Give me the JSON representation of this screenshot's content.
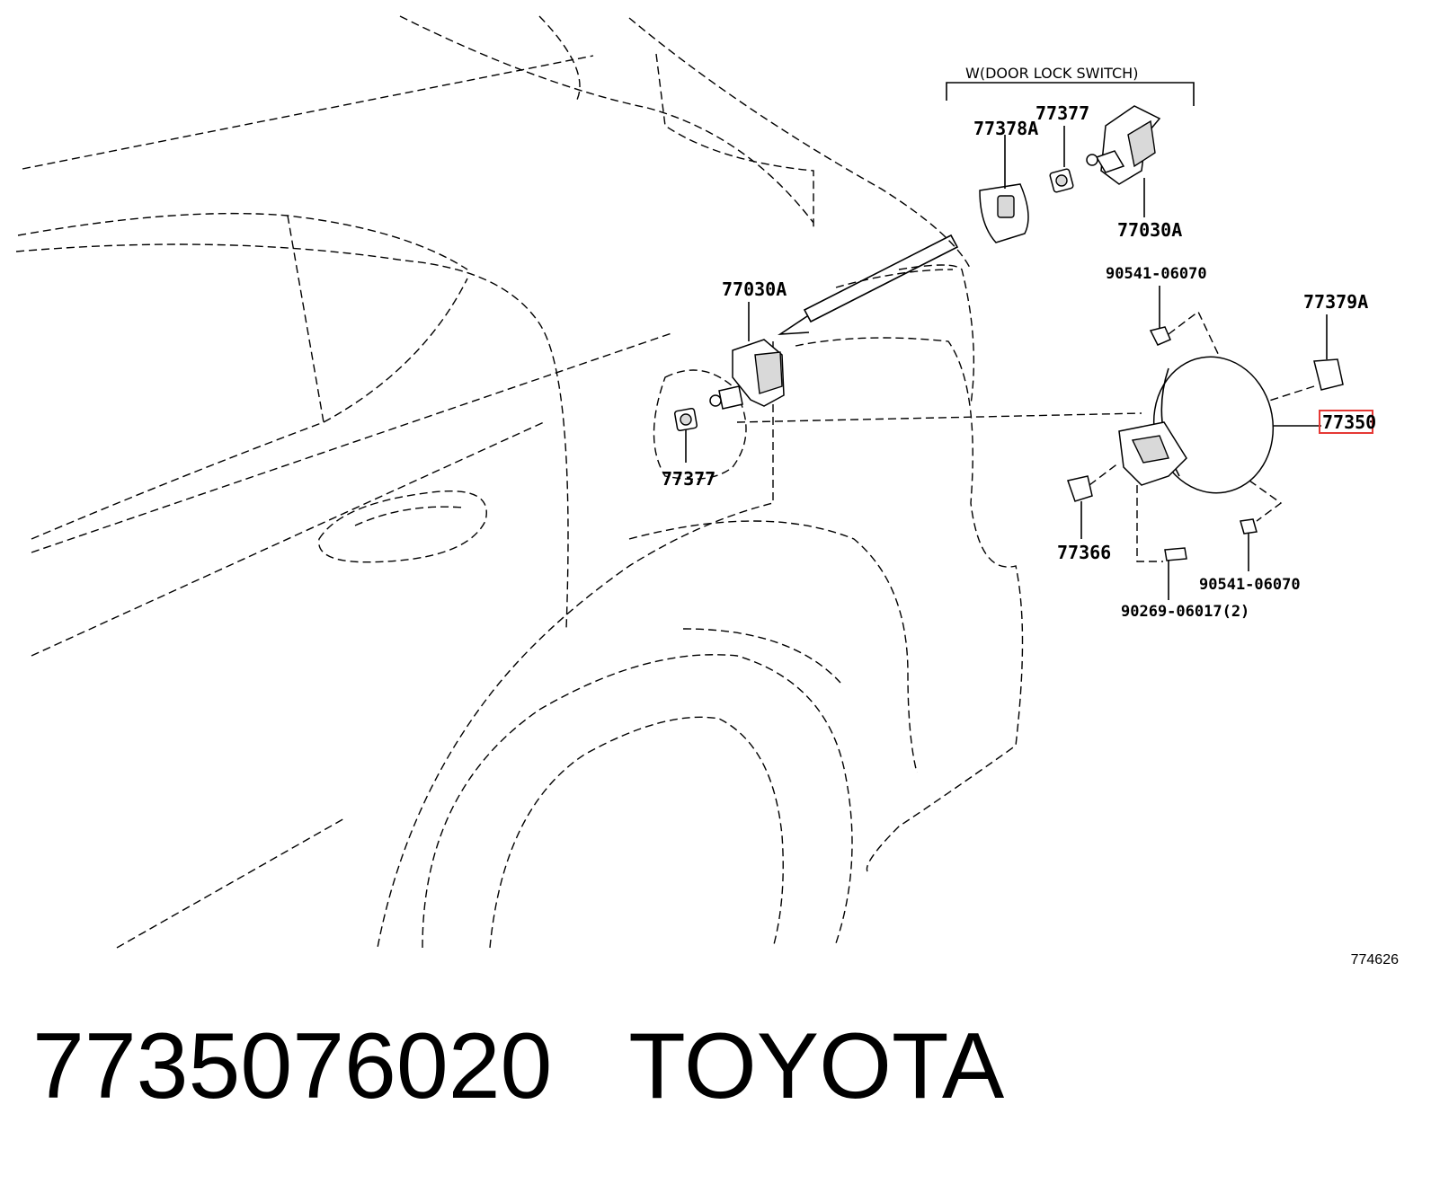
{
  "diagram": {
    "group_label": "W(DOOR LOCK SWITCH)",
    "highlight_color": "#e53935",
    "callouts": {
      "c77378A": "77378A",
      "c77377_top": "77377",
      "c77030A_top": "77030A",
      "c90541_top": "90541-06070",
      "c77379A": "77379A",
      "c77350": "77350",
      "c77030A_mid": "77030A",
      "c77377_mid": "77377",
      "c77366": "77366",
      "c90541_bottom": "90541-06070",
      "c90269": "90269-06017(2)"
    },
    "page_id": "774626"
  },
  "footer": {
    "part_number": "7735076020",
    "brand": "TOYOTA"
  }
}
